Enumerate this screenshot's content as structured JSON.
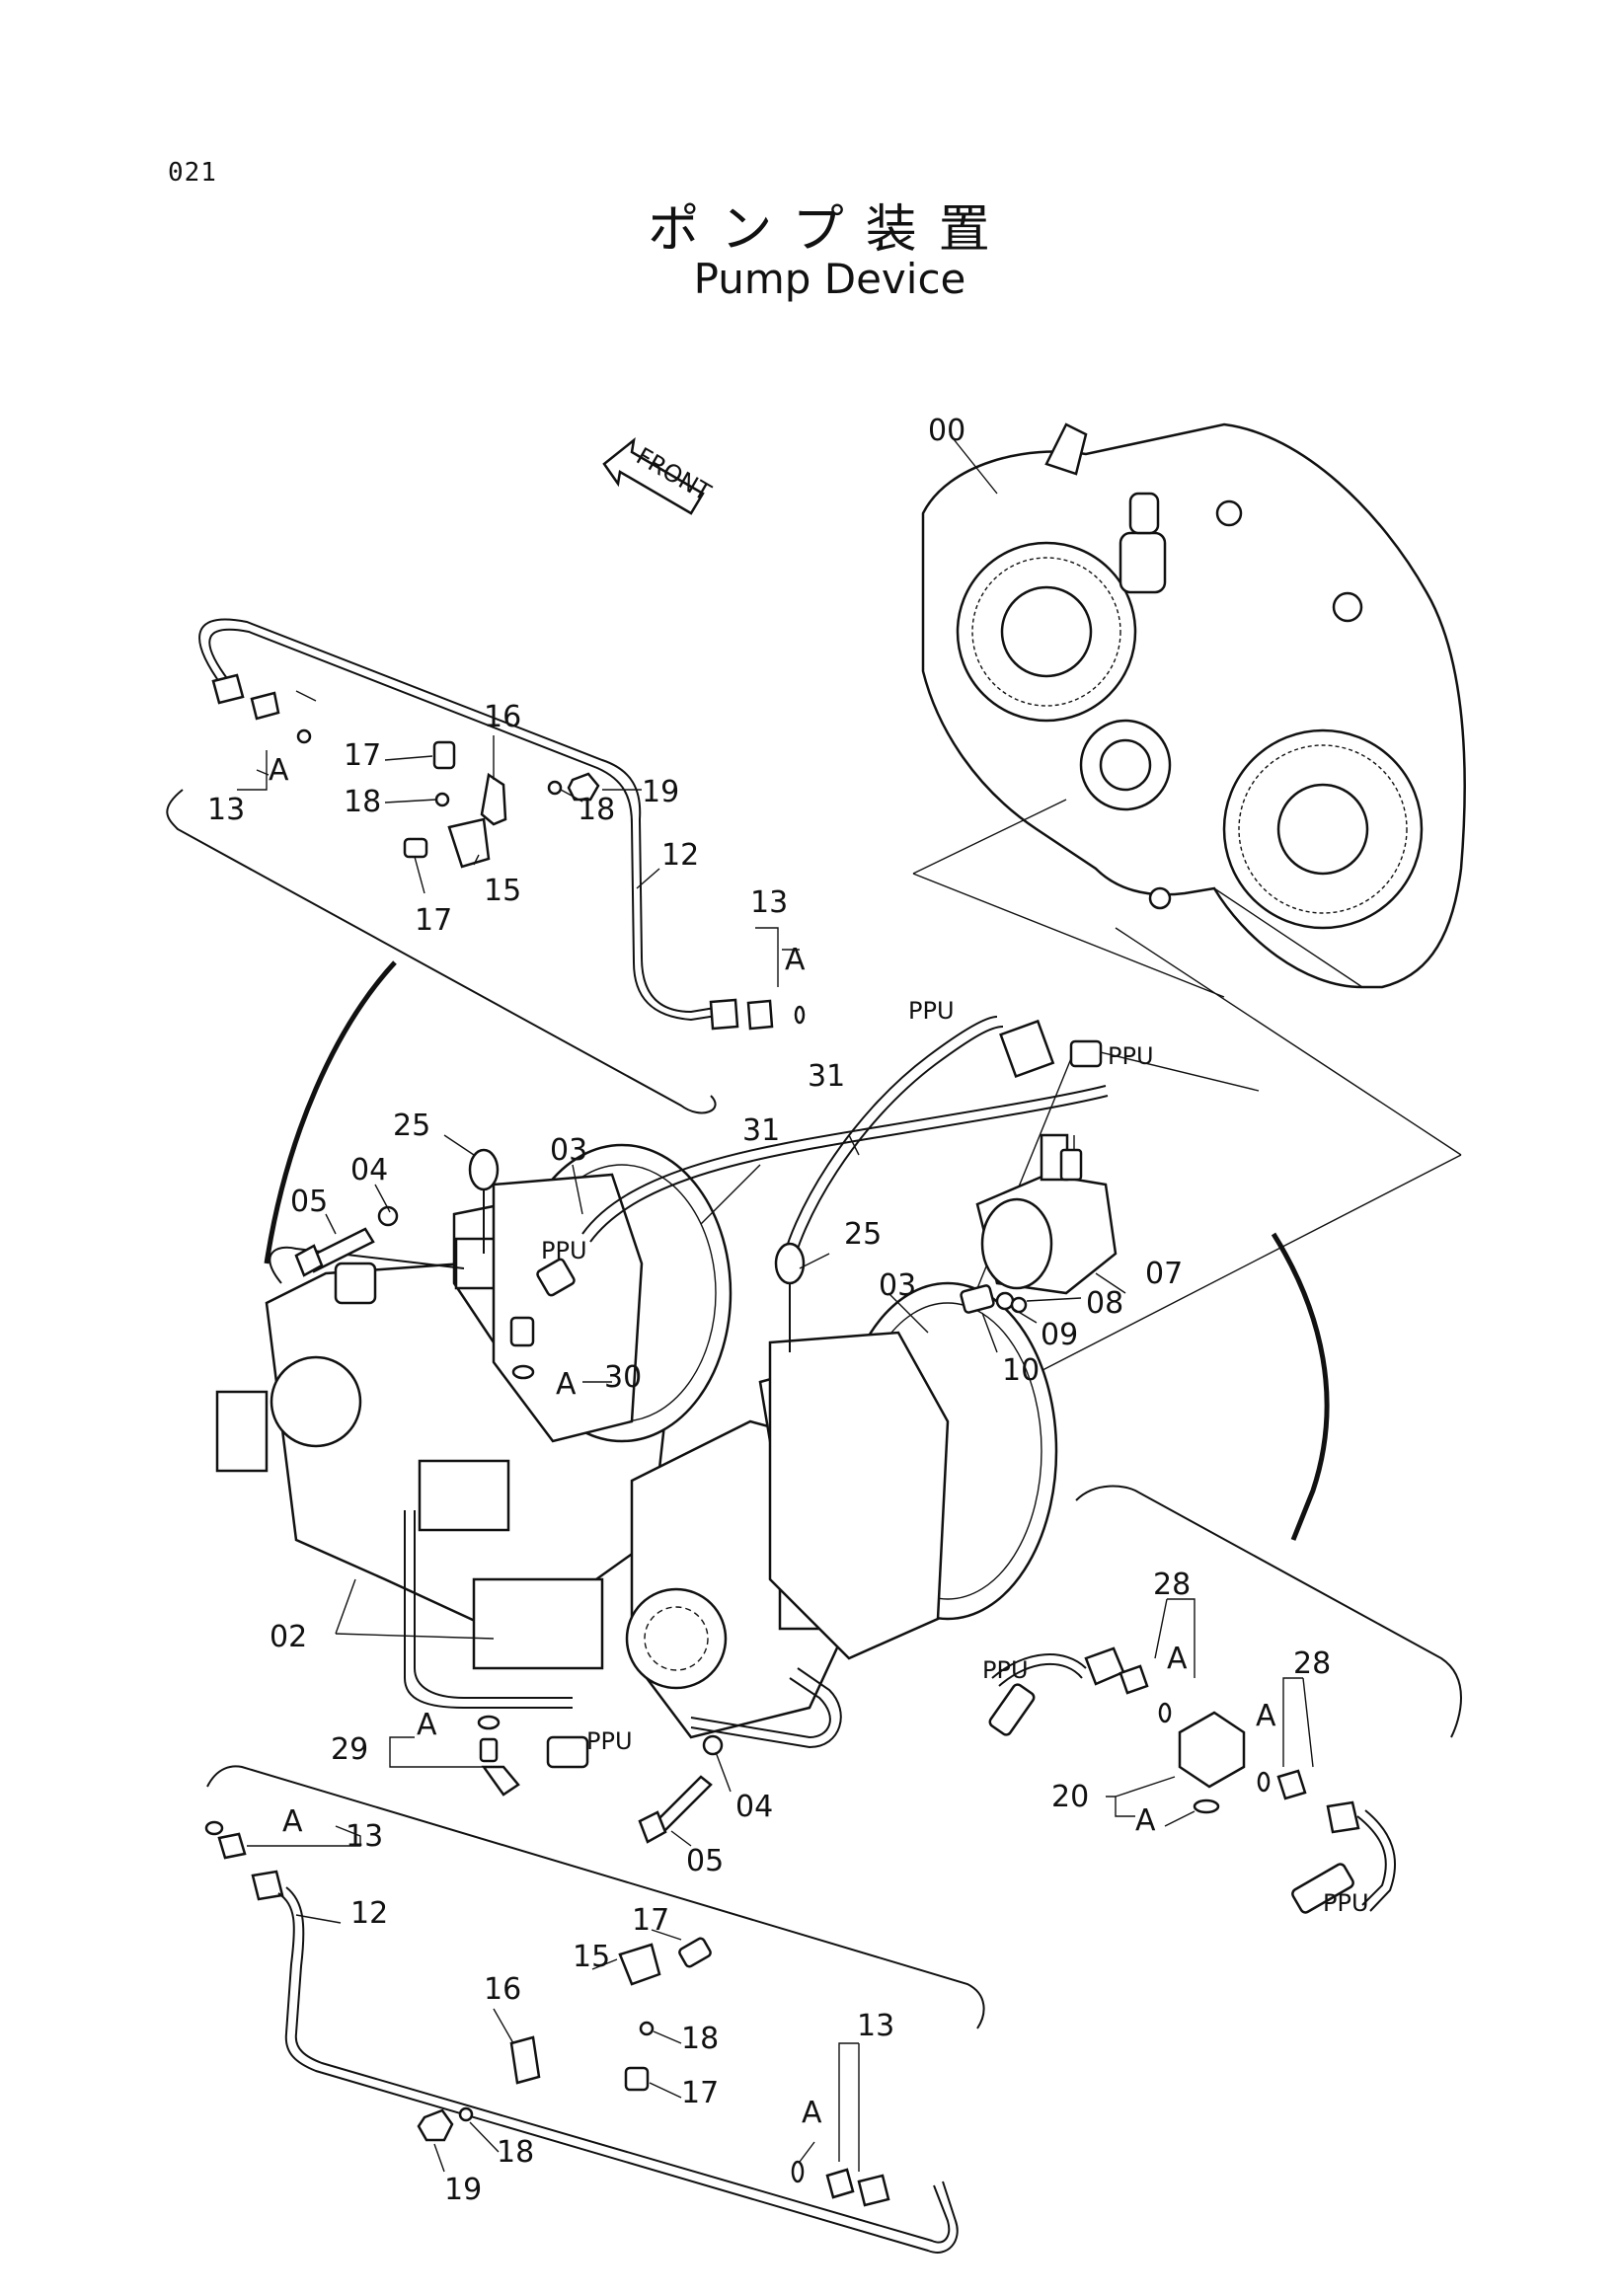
{
  "page_number": "021",
  "title_jp": "ポンプ装置",
  "title_en": "Pump Device",
  "front_arrow": "FRONT",
  "callouts": {
    "c00": "00",
    "c02": "02",
    "c03a": "03",
    "c03b": "03",
    "c04a": "04",
    "c04b": "04",
    "c05a": "05",
    "c05b": "05",
    "c07": "07",
    "c08": "08",
    "c09": "09",
    "c10": "10",
    "c12a": "12",
    "c12b": "12",
    "c13a": "13",
    "c13b": "13",
    "c13c": "13",
    "c13d": "13",
    "c15a": "15",
    "c15b": "15",
    "c16a": "16",
    "c16b": "16",
    "c17a": "17",
    "c17b": "17",
    "c17c": "17",
    "c17d": "17",
    "c18a": "18",
    "c18b": "18",
    "c18c": "18",
    "c18d": "18",
    "c19a": "19",
    "c19b": "19",
    "c20": "20",
    "c25a": "25",
    "c25b": "25",
    "c28a": "28",
    "c28b": "28",
    "c29": "29",
    "c30": "30",
    "c31a": "31",
    "c31b": "31",
    "ppu1": "PPU",
    "ppu2": "PPU",
    "ppu3": "PPU",
    "ppu4": "PPU",
    "ppu5": "PPU",
    "ppu6": "PPU",
    "a1": "A",
    "a2": "A",
    "a3": "A",
    "a4": "A",
    "a5": "A",
    "a6": "A",
    "a7": "A",
    "a8": "A",
    "a9": "A"
  }
}
